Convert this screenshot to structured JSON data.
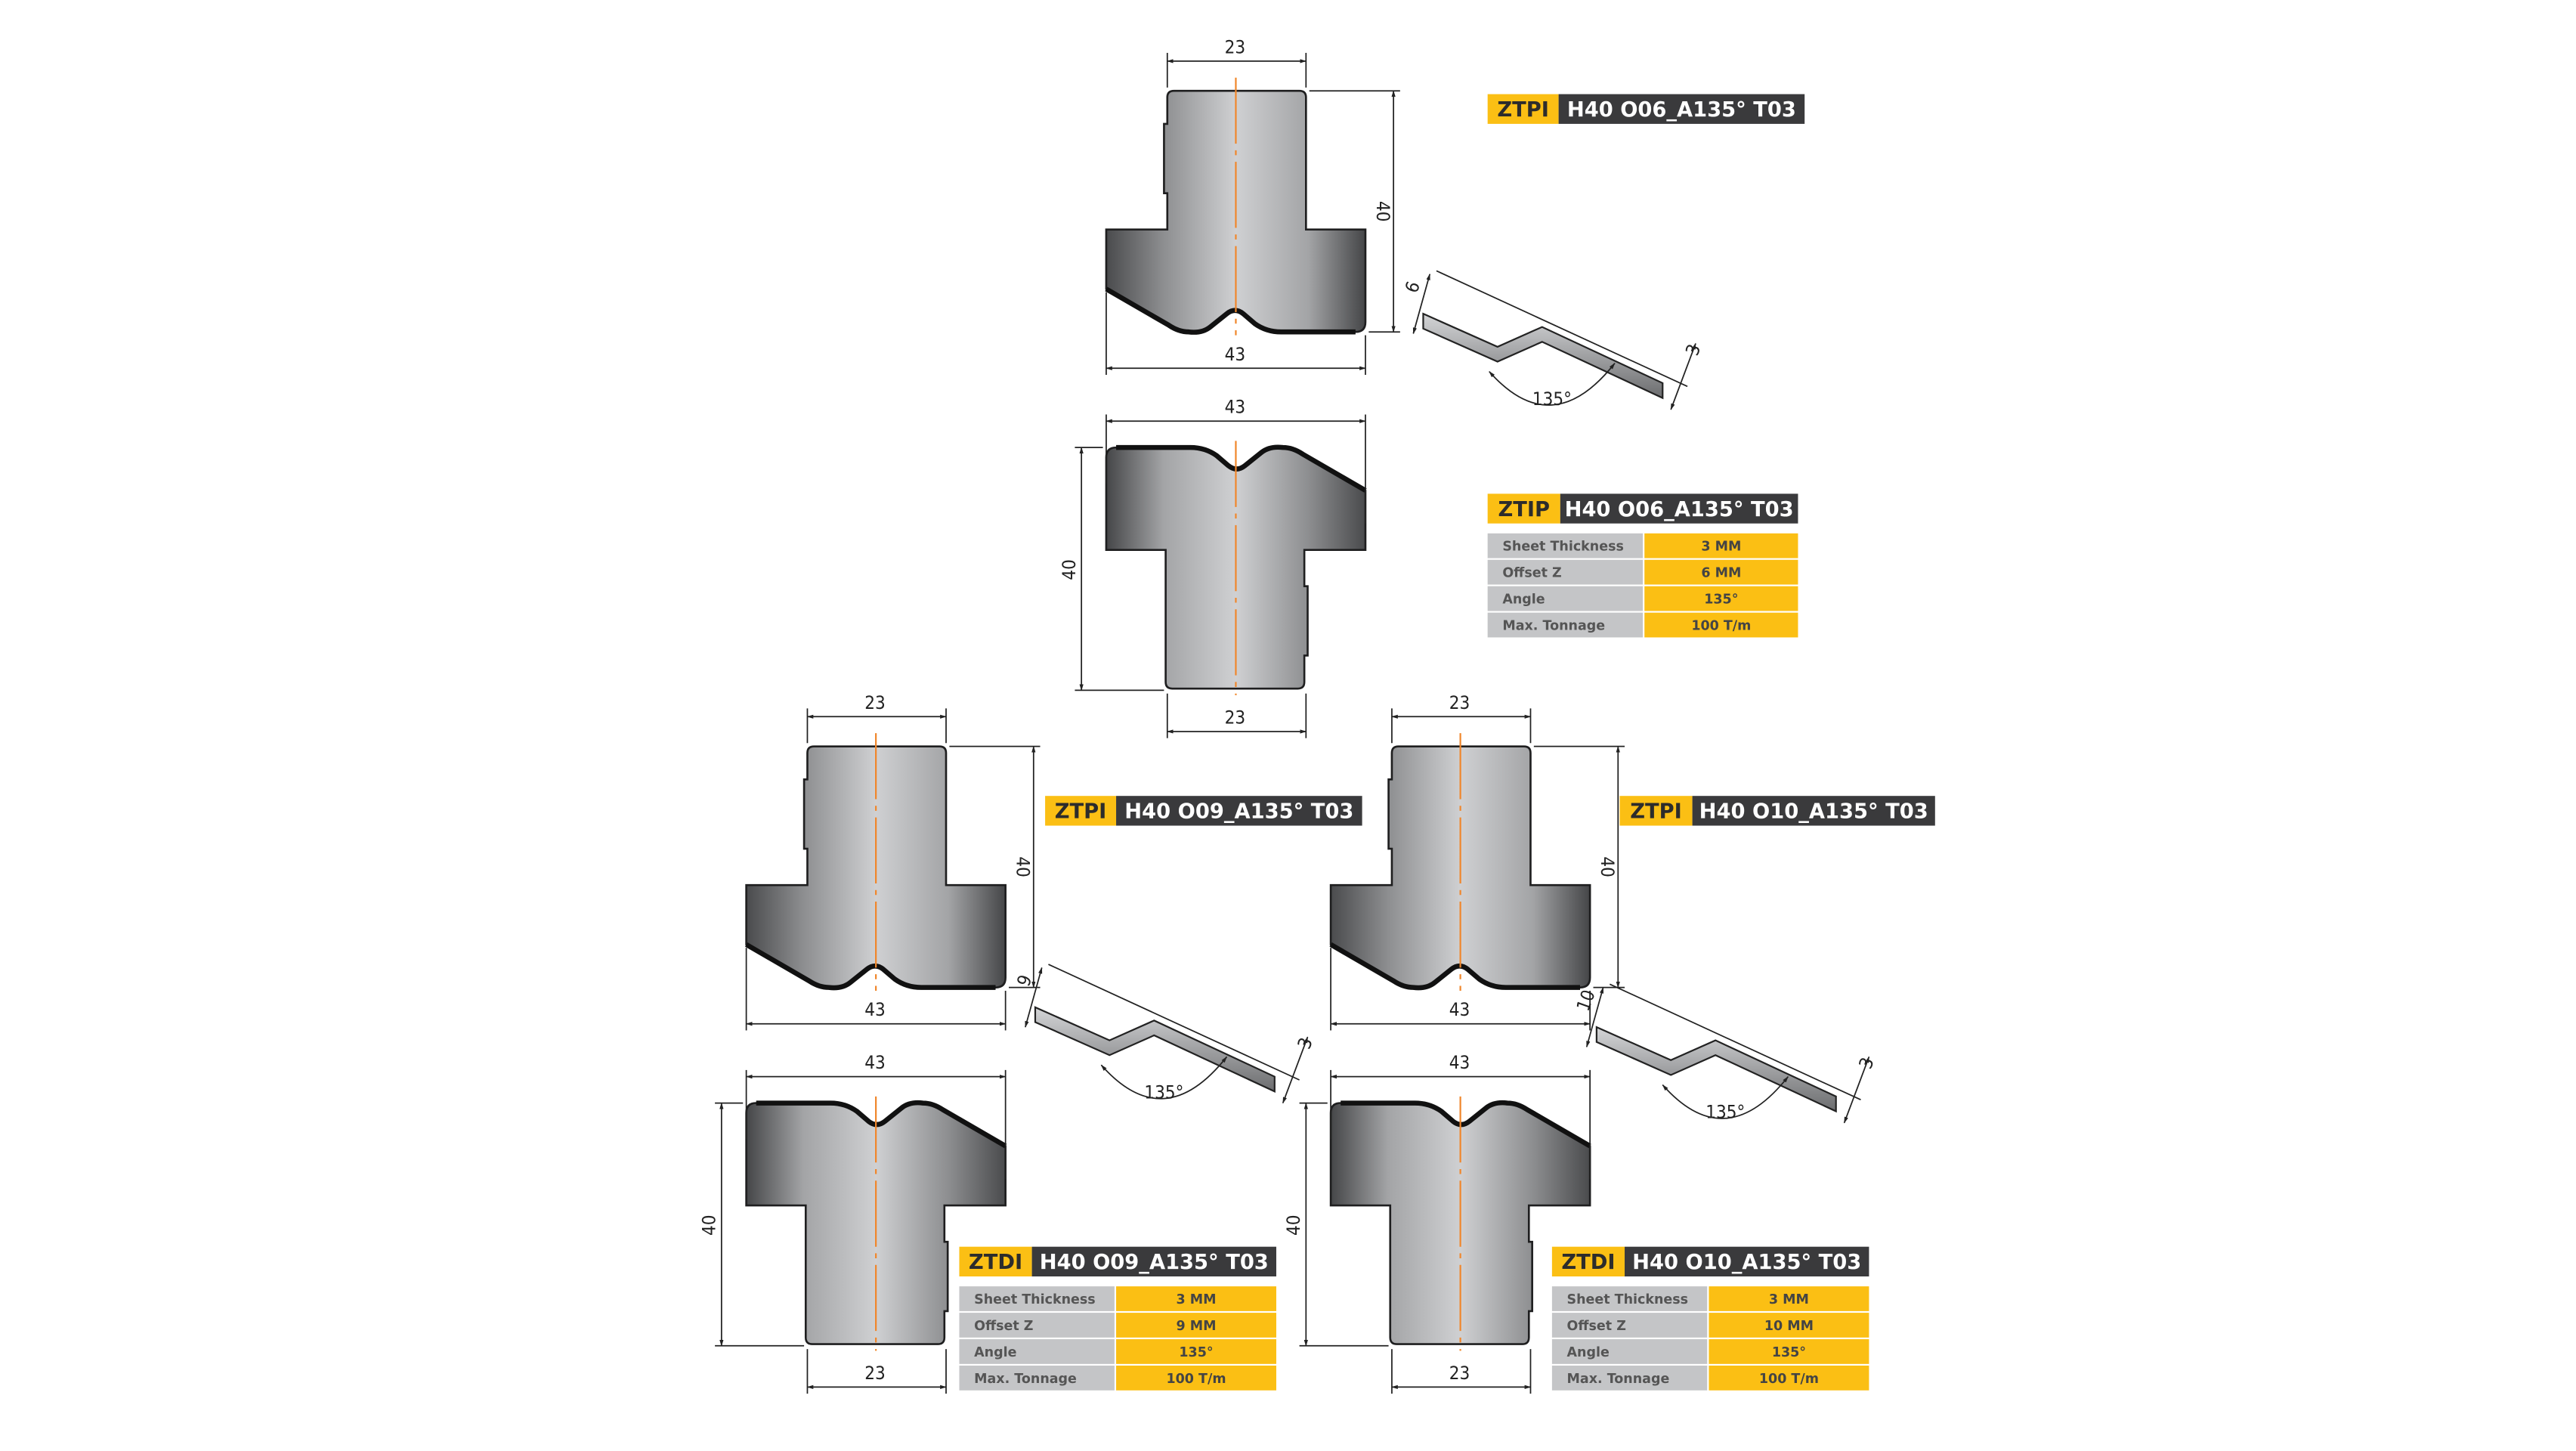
{
  "colors": {
    "label_yellow": "#fbbf14",
    "label_dark": "#3a3a3c",
    "spec_gray": "#c4c5c7",
    "centerline_orange": "#f0862a",
    "tool_steel": "#8e8f91"
  },
  "groups": [
    {
      "punch_label": {
        "code": "ZTPI",
        "name": "H40 O06_A135° T03"
      },
      "die_label": {
        "code": "ZTIP",
        "name": "H40 O06_A135° T03"
      },
      "dims": {
        "punch_top": "23",
        "punch_height": "40",
        "punch_bottom": "43",
        "die_top": "43",
        "die_height": "40",
        "die_bottom": "23"
      },
      "sheet": {
        "offset": "6",
        "thickness": "3",
        "angle": "135°"
      },
      "specs": [
        {
          "label": "Sheet Thickness",
          "value": "3 MM"
        },
        {
          "label": "Offset Z",
          "value": "6 MM"
        },
        {
          "label": "Angle",
          "value": "135°"
        },
        {
          "label": "Max. Tonnage",
          "value": "100 T/m"
        }
      ]
    },
    {
      "punch_label": {
        "code": "ZTPI",
        "name": "H40 O09_A135° T03"
      },
      "die_label": {
        "code": "ZTDI",
        "name": "H40 O09_A135° T03"
      },
      "dims": {
        "punch_top": "23",
        "punch_height": "40",
        "punch_bottom": "43",
        "die_top": "43",
        "die_height": "40",
        "die_bottom": "23"
      },
      "sheet": {
        "offset": "9",
        "thickness": "3",
        "angle": "135°"
      },
      "specs": [
        {
          "label": "Sheet Thickness",
          "value": "3 MM"
        },
        {
          "label": "Offset Z",
          "value": "9 MM"
        },
        {
          "label": "Angle",
          "value": "135°"
        },
        {
          "label": "Max. Tonnage",
          "value": "100 T/m"
        }
      ]
    },
    {
      "punch_label": {
        "code": "ZTPI",
        "name": "H40 O10_A135° T03"
      },
      "die_label": {
        "code": "ZTDI",
        "name": "H40 O10_A135° T03"
      },
      "dims": {
        "punch_top": "23",
        "punch_height": "40",
        "punch_bottom": "43",
        "die_top": "43",
        "die_height": "40",
        "die_bottom": "23"
      },
      "sheet": {
        "offset": "10",
        "thickness": "3",
        "angle": "135°"
      },
      "specs": [
        {
          "label": "Sheet Thickness",
          "value": "3 MM"
        },
        {
          "label": "Offset Z",
          "value": "10 MM"
        },
        {
          "label": "Angle",
          "value": "135°"
        },
        {
          "label": "Max. Tonnage",
          "value": "100 T/m"
        }
      ]
    }
  ]
}
